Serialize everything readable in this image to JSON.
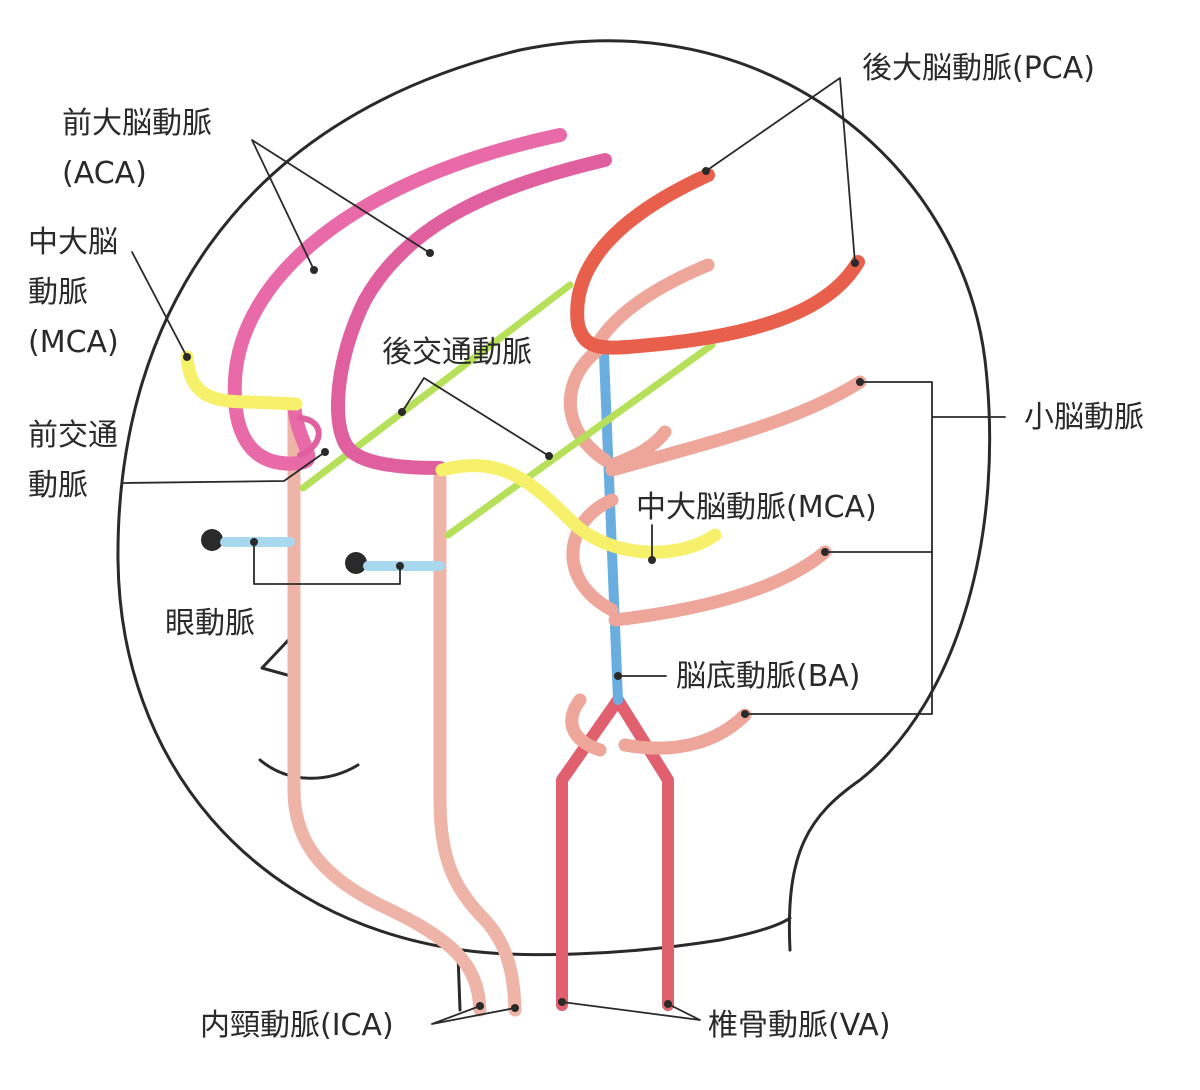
{
  "labels": {
    "aca_1": "前大脳動脈",
    "aca_2": "(ACA)",
    "mca_left_1": "中大脳",
    "mca_left_2": "動脈",
    "mca_left_3": "(MCA)",
    "acom_1": "前交通",
    "acom_2": "動脈",
    "pca": "後大脳動脈(PCA)",
    "pcom": "後交通動脈",
    "cerebellar": "小脳動脈",
    "mca_right": "中大脳動脈(MCA)",
    "ophthalmic": "眼動脈",
    "basilar": "脳底動脈(BA)",
    "ica": "内頸動脈(ICA)",
    "vertebral": "椎骨動脈(VA)"
  },
  "colors": {
    "outline": "#2a2a2a",
    "aca": "#e0609f",
    "aca_light": "#e86aa8",
    "mca": "#f7f06a",
    "pca": "#e8604c",
    "pcom": "#b6e05a",
    "cerebellar": "#eea59a",
    "ica": "#efb4a8",
    "vertebral": "#e06070",
    "basilar": "#6aaee0",
    "ophthalmic": "#a8d8ee"
  }
}
